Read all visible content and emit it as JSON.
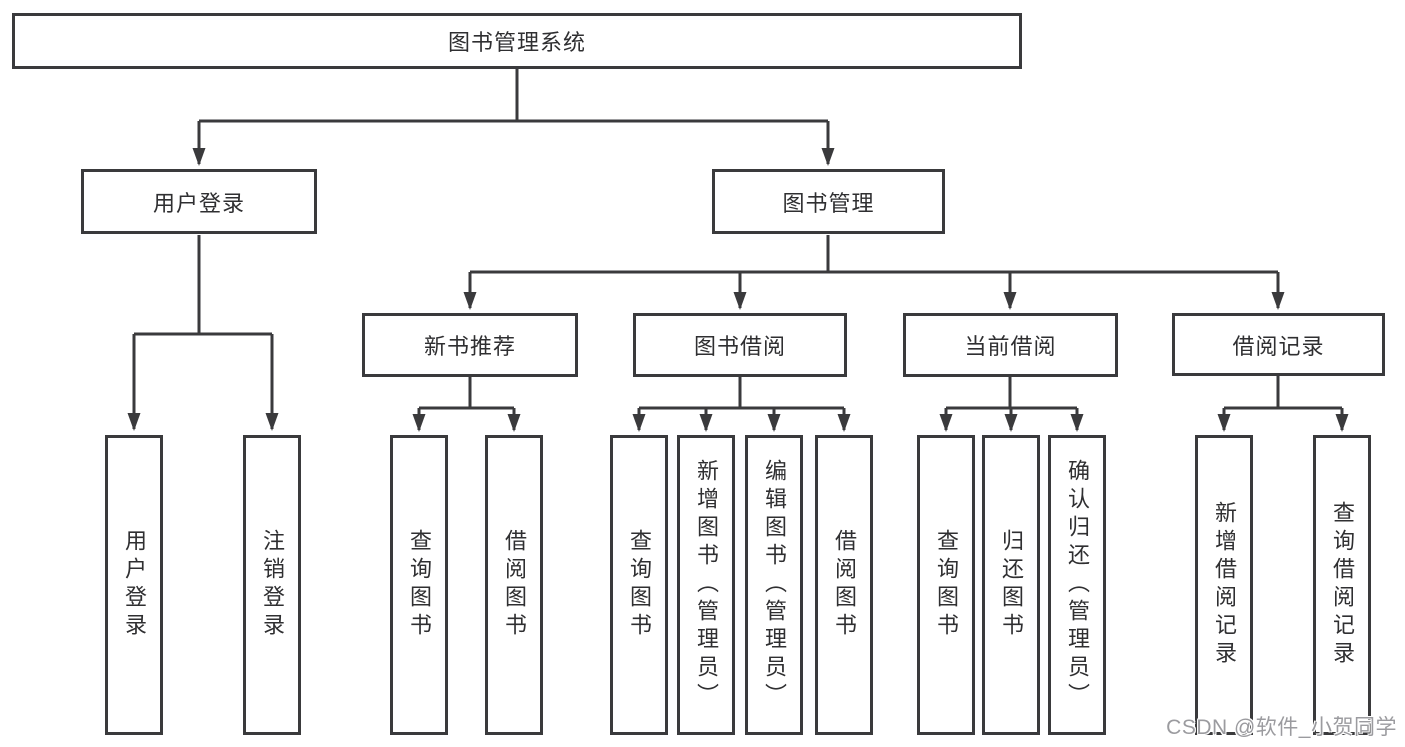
{
  "diagram": {
    "root": {
      "label": "图书管理系统"
    },
    "branches": [
      {
        "label": "用户登录",
        "children": [
          {
            "label": "用户登录"
          },
          {
            "label": "注销登录"
          }
        ]
      },
      {
        "label": "图书管理",
        "children": [
          {
            "label": "新书推荐",
            "children": [
              {
                "label": "查询图书"
              },
              {
                "label": "借阅图书"
              }
            ]
          },
          {
            "label": "图书借阅",
            "children": [
              {
                "label": "查询图书"
              },
              {
                "label": "新增图书（管理员）"
              },
              {
                "label": "编辑图书（管理员）"
              },
              {
                "label": "借阅图书"
              }
            ]
          },
          {
            "label": "当前借阅",
            "children": [
              {
                "label": "查询图书"
              },
              {
                "label": "归还图书"
              },
              {
                "label": "确认归还（管理员）"
              }
            ]
          },
          {
            "label": "借阅记录",
            "children": [
              {
                "label": "新增借阅记录"
              },
              {
                "label": "查询借阅记录"
              }
            ]
          }
        ]
      }
    ]
  },
  "colors": {
    "line": "#3a3a3c",
    "box_border": "#3a3a3c",
    "text": "#2f2f31",
    "watermark": "#9b9b9f",
    "background": "#ffffff"
  },
  "watermark": {
    "text": "CSDN @软件_小贺同学"
  }
}
